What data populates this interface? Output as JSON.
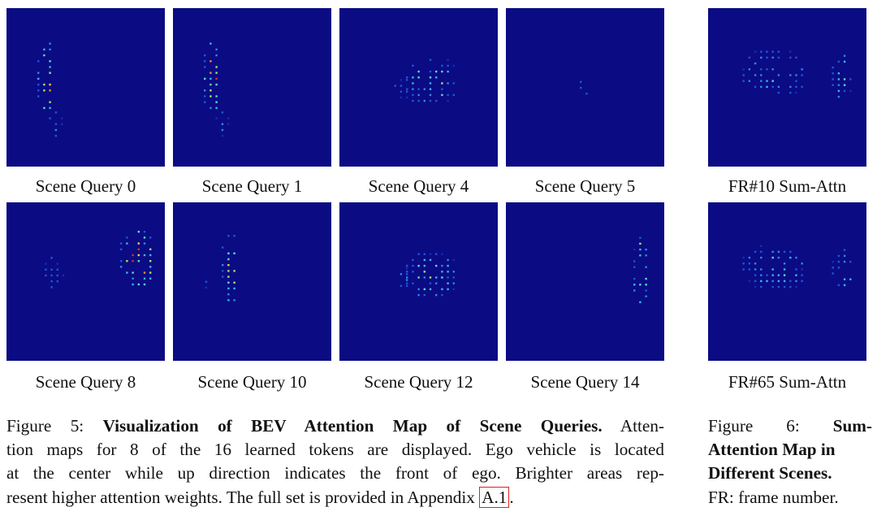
{
  "figure5": {
    "panels": [
      {
        "label": "Scene Query 0",
        "pattern": "left-column"
      },
      {
        "label": "Scene Query 1",
        "pattern": "left-column"
      },
      {
        "label": "Scene Query 4",
        "pattern": "center-cluster"
      },
      {
        "label": "Scene Query 5",
        "pattern": "sparse-center"
      },
      {
        "label": "Scene Query 8",
        "pattern": "right-cluster"
      },
      {
        "label": "Scene Query 10",
        "pattern": "center-column"
      },
      {
        "label": "Scene Query 12",
        "pattern": "center-cluster"
      },
      {
        "label": "Scene Query 14",
        "pattern": "far-right-column"
      }
    ],
    "caption": {
      "prefix": "Figure 5:",
      "title": "Visualization of BEV Attention Map of Scene Queries.",
      "lines": [
        "Atten-",
        "tion maps for 8 of the 16 learned tokens are displayed. Ego vehicle is located",
        "at the center while up direction indicates the front of ego. Brighter areas rep-",
        "resent higher attention weights. The full set is provided in Appendix"
      ],
      "ref": "A.1",
      "end": "."
    }
  },
  "figure6": {
    "panels": [
      {
        "label": "FR#10 Sum-Attn",
        "pattern": "sum"
      },
      {
        "label": "FR#65 Sum-Attn",
        "pattern": "sum"
      }
    ],
    "caption": {
      "prefix": "Figure 6:",
      "title_1": "Sum-",
      "title_2": "Attention Map in",
      "title_3": "Different Scenes.",
      "rest": "FR: frame number."
    }
  },
  "colors": {
    "background": "#0b0b84",
    "ref_box": "#e02020"
  }
}
